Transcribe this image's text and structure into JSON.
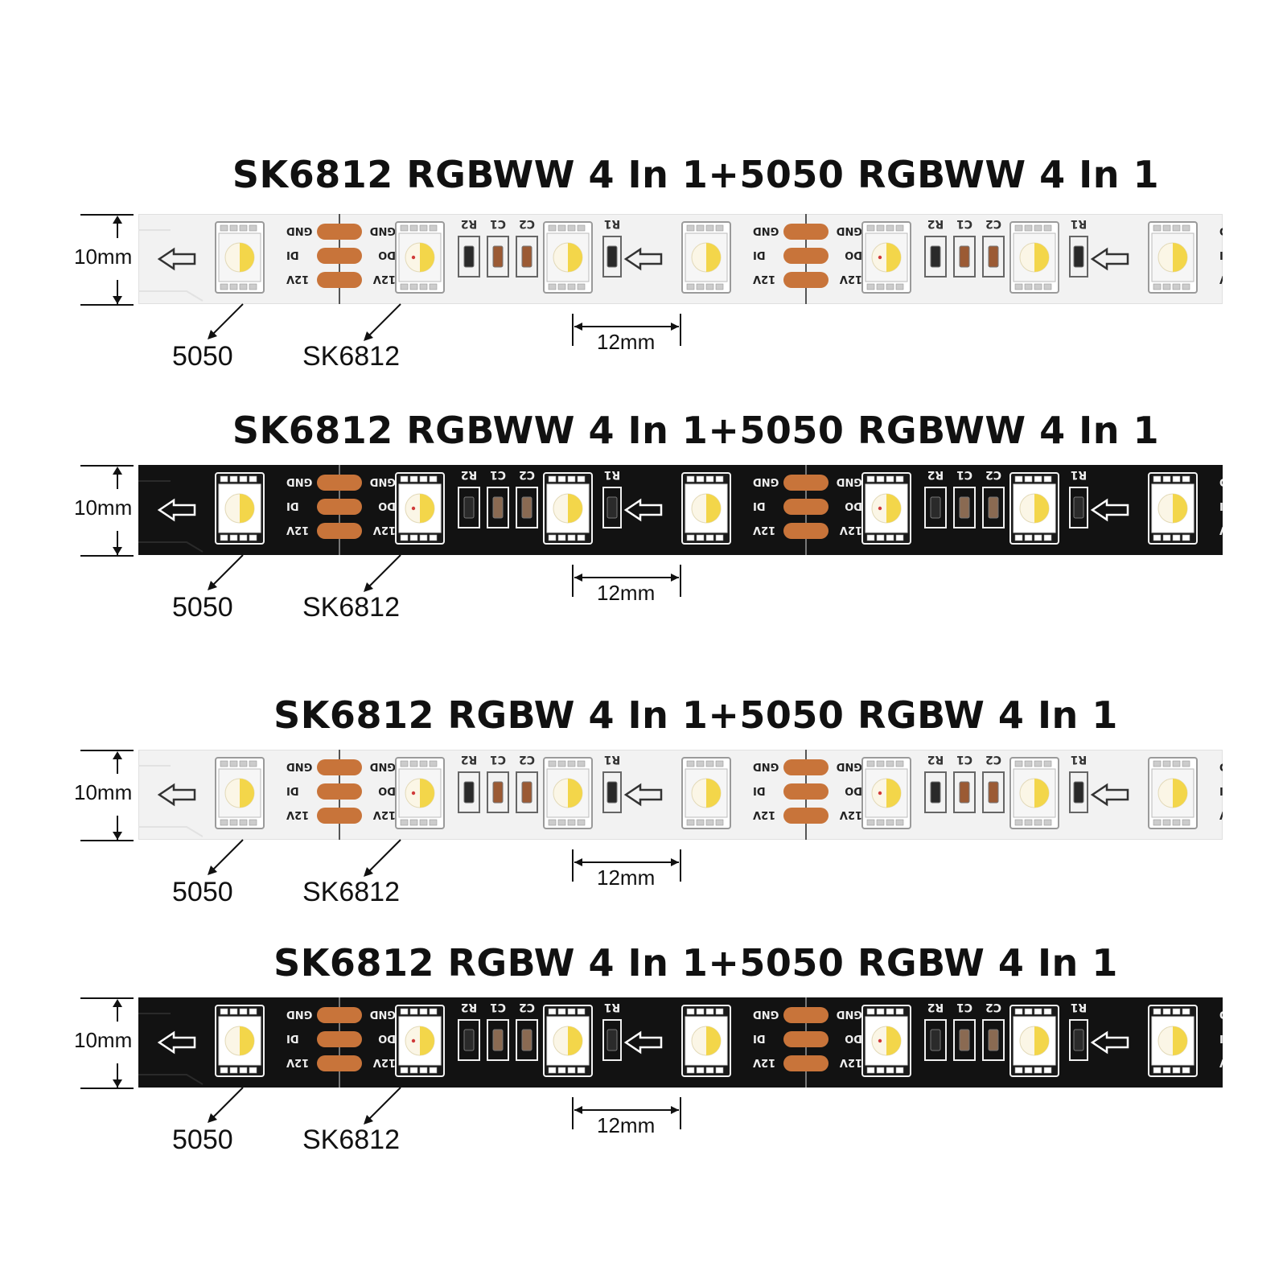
{
  "sections": [
    {
      "title": "SK6812 RGBWW 4 In 1+5050 RGBWW 4 In 1",
      "strip_color": "white",
      "width_label": "10mm",
      "pitch_label": "12mm",
      "led_a_label": "5050",
      "led_b_label": "SK6812",
      "pads": [
        "GND",
        "DI",
        "12V",
        "GND",
        "DO",
        "12V"
      ],
      "components": [
        "R2",
        "C1",
        "C2",
        "R1"
      ]
    },
    {
      "title": "SK6812 RGBWW 4 In 1+5050 RGBWW 4 In 1",
      "strip_color": "black",
      "width_label": "10mm",
      "pitch_label": "12mm",
      "led_a_label": "5050",
      "led_b_label": "SK6812",
      "pads": [
        "GND",
        "DI",
        "12V",
        "GND",
        "DO",
        "12V"
      ],
      "components": [
        "R2",
        "C1",
        "C2",
        "R1"
      ]
    },
    {
      "title": "SK6812 RGBW 4 In 1+5050 RGBW 4 In 1",
      "strip_color": "white",
      "width_label": "10mm",
      "pitch_label": "12mm",
      "led_a_label": "5050",
      "led_b_label": "SK6812",
      "pads": [
        "GND",
        "DI",
        "12V",
        "GND",
        "DO",
        "12V"
      ],
      "components": [
        "R2",
        "C1",
        "C2",
        "R1"
      ]
    },
    {
      "title": "SK6812 RGBW 4 In 1+5050 RGBW 4 In 1",
      "strip_color": "black",
      "width_label": "10mm",
      "pitch_label": "12mm",
      "led_a_label": "5050",
      "led_b_label": "SK6812",
      "pads": [
        "GND",
        "DI",
        "12V",
        "GND",
        "DO",
        "12V"
      ],
      "components": [
        "R2",
        "C1",
        "C2",
        "R1"
      ]
    }
  ],
  "colors": {
    "pad": "#c8743a",
    "led_warm": "#f3d64a",
    "led_white": "#fbf6e6",
    "strip_white": "#f2f2f2",
    "strip_black": "#121212"
  }
}
